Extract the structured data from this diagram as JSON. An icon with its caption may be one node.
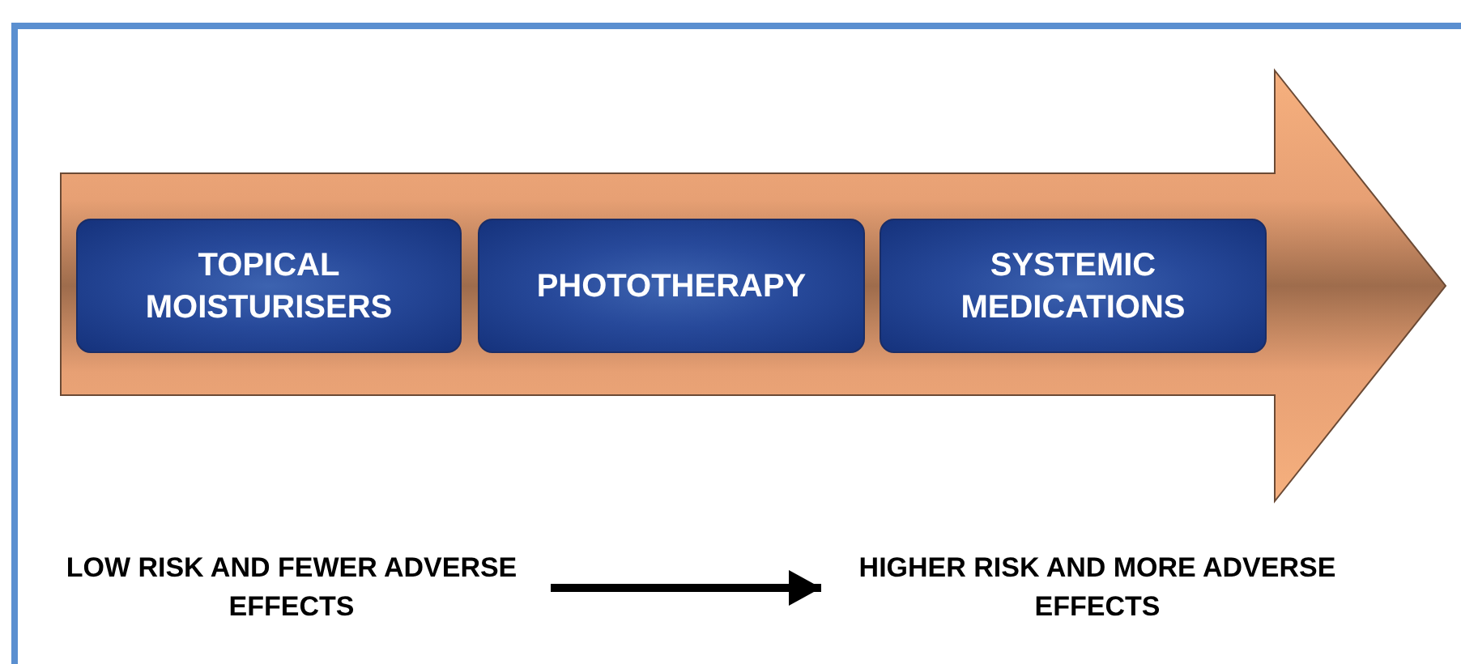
{
  "diagram": {
    "nodes": [
      {
        "text": [],
        "shape": "arrow"
      },
      {
        "text": [
          "TOPICAL MOISTURISERS"
        ],
        "in": 0
      },
      {
        "text": [
          "PHOTOTHERAPY"
        ],
        "in": 0
      },
      {
        "text": [
          "SYSTEMIC MEDICATIONS"
        ],
        "in": 0
      },
      {
        "text": [
          "LOW RISK AND FEWER ADVERSE EFFECTS"
        ]
      },
      {
        "text": [
          "HIGHER RISK AND MORE ADVERSE EFFECTS"
        ]
      }
    ],
    "edges": [
      {
        "from": 4,
        "to": 5,
        "arrow": "to"
      }
    ]
  }
}
